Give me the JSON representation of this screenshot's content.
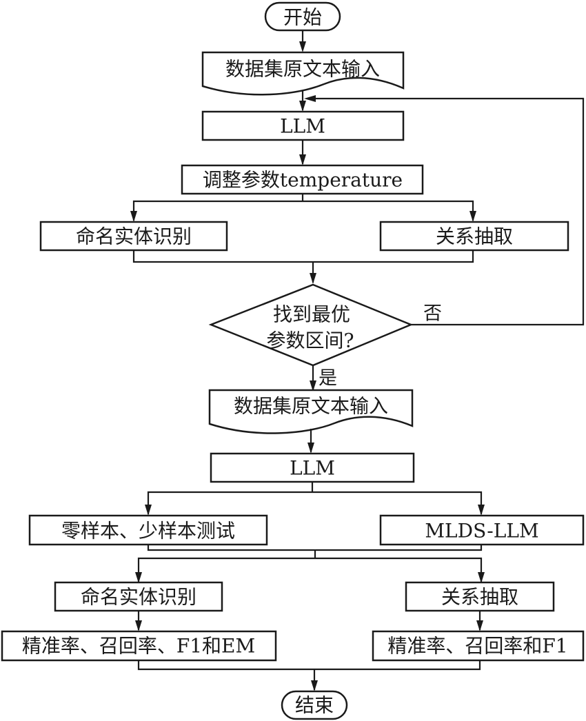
{
  "diagram": {
    "type": "flowchart",
    "nodes": {
      "start": "开始",
      "input1": "数据集原文本输入",
      "llm1": "LLM",
      "adjust": "调整参数temperature",
      "ner1": "命名实体识别",
      "re1": "关系抽取",
      "decision_line1": "找到最优",
      "decision_line2": "参数区间?",
      "no_label": "否",
      "yes_label": "是",
      "input2": "数据集原文本输入",
      "llm2": "LLM",
      "zero_few": "零样本、少样本测试",
      "mlds": "MLDS-LLM",
      "ner2": "命名实体识别",
      "re2": "关系抽取",
      "metrics_ner": "精准率、召回率、F1和EM",
      "metrics_re": "精准率、召回率和F1",
      "end": "结束"
    },
    "edges": [
      {
        "from": "start",
        "to": "input1"
      },
      {
        "from": "input1",
        "to": "llm1"
      },
      {
        "from": "llm1",
        "to": "adjust"
      },
      {
        "from": "adjust",
        "to": "ner1"
      },
      {
        "from": "adjust",
        "to": "re1"
      },
      {
        "from": "ner1",
        "to": "decision"
      },
      {
        "from": "re1",
        "to": "decision"
      },
      {
        "from": "decision",
        "to": "llm1",
        "label": "否"
      },
      {
        "from": "decision",
        "to": "input2",
        "label": "是"
      },
      {
        "from": "input2",
        "to": "llm2"
      },
      {
        "from": "llm2",
        "to": "zero_few"
      },
      {
        "from": "llm2",
        "to": "mlds"
      },
      {
        "from": "zero_few",
        "to": "ner2"
      },
      {
        "from": "zero_few",
        "to": "re2"
      },
      {
        "from": "mlds",
        "to": "ner2"
      },
      {
        "from": "mlds",
        "to": "re2"
      },
      {
        "from": "ner2",
        "to": "metrics_ner"
      },
      {
        "from": "re2",
        "to": "metrics_re"
      },
      {
        "from": "metrics_ner",
        "to": "end"
      },
      {
        "from": "metrics_re",
        "to": "end"
      }
    ]
  }
}
